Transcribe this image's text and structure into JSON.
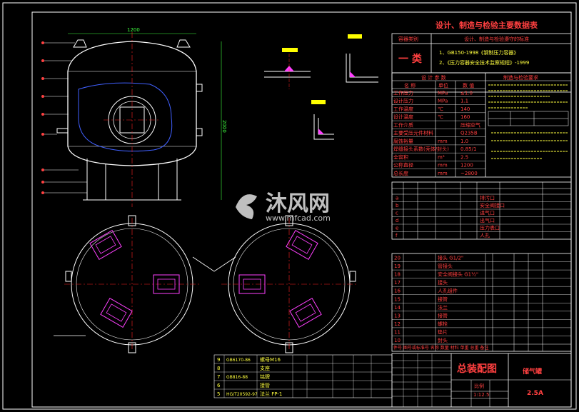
{
  "header": {
    "title": "设计、制造与检验主要数据表",
    "col_category": "容器类别",
    "col_standards": "设计、制造与检验遵守的标准"
  },
  "category": {
    "value": "一 类",
    "standard_1": "1、GB150-1998《钢制压力容器》",
    "standard_2": "2、《压力容器安全技术监察规程》-1999"
  },
  "design_params": {
    "title": "设 计 参 数",
    "col_name": "名   称",
    "col_unit": "单位",
    "col_value": "数  值",
    "rows": [
      {
        "name": "工作压力",
        "unit": "MPa",
        "value": "≤1.0"
      },
      {
        "name": "设计压力",
        "unit": "MPa",
        "value": "1.1"
      },
      {
        "name": "工作温度",
        "unit": "℃",
        "value": "140"
      },
      {
        "name": "设计温度",
        "unit": "℃",
        "value": "160"
      },
      {
        "name": "工作介质",
        "unit": "",
        "value": "压缩空气"
      },
      {
        "name": "主要受压元件材料",
        "unit": "",
        "value": "Q235B"
      },
      {
        "name": "腐蚀裕量",
        "unit": "mm",
        "value": "1.0"
      },
      {
        "name": "焊缝接头系数(壳体/封头)",
        "unit": "",
        "value": "0.85/1"
      },
      {
        "name": "全容积",
        "unit": "m³",
        "value": "2.5"
      },
      {
        "name": "公称直径",
        "unit": "mm",
        "value": "1200"
      },
      {
        "name": "总长度",
        "unit": "mm",
        "value": "~2800"
      }
    ]
  },
  "inspection": {
    "title": "制造与检验要求"
  },
  "nozzle_table": {
    "rows": [
      {
        "id": "a",
        "desc": "排污口"
      },
      {
        "id": "b",
        "desc": "安全阀接口"
      },
      {
        "id": "c",
        "desc": "进气口"
      },
      {
        "id": "d",
        "desc": "出气口"
      },
      {
        "id": "e",
        "desc": "压力表口"
      },
      {
        "id": "f",
        "desc": "人孔"
      }
    ]
  },
  "bom": {
    "rows": [
      {
        "no": "20",
        "name": "接头 G1/2\""
      },
      {
        "no": "19",
        "name": "管接头"
      },
      {
        "no": "18",
        "name": "安全阀接头 G1½\""
      },
      {
        "no": "17",
        "name": "接头"
      },
      {
        "no": "16",
        "name": "人孔组件"
      },
      {
        "no": "15",
        "name": "接管"
      },
      {
        "no": "14",
        "name": "法兰"
      },
      {
        "no": "13",
        "name": "接管"
      },
      {
        "no": "12",
        "name": "螺栓"
      },
      {
        "no": "11",
        "name": "垫片"
      },
      {
        "no": "10",
        "name": "封头"
      }
    ],
    "header": "件号   图号或标准号   名称   数量   材料   单重 总重   备注"
  },
  "lower_bom": {
    "rows": [
      {
        "no": "9",
        "code": "GB6170-86",
        "name": "螺母M16"
      },
      {
        "no": "8",
        "code": "",
        "name": "支座"
      },
      {
        "no": "7",
        "code": "GB816-88",
        "name": "铭牌"
      },
      {
        "no": "6",
        "code": "",
        "name": "接管"
      },
      {
        "no": "5",
        "code": "HG/T20592-97",
        "name": "法兰 FP-1"
      }
    ]
  },
  "title_block": {
    "drawing_name": "总装配图",
    "product": "储气罐",
    "model": "2.5A",
    "scale_label": "比例",
    "scale": "1:12.5"
  },
  "dims": {
    "diameter": "1200",
    "height": "2000"
  },
  "watermark": {
    "brand": "沐风网",
    "url": "www.mfcad.com"
  },
  "colors": {
    "border": "#ffffff",
    "table_line": "#ffffff",
    "text_red": "#ff4040",
    "text_yellow": "#ffff40",
    "dim_green": "#40ff40",
    "centerline_red": "#ff2020",
    "blue_detail": "#4060ff",
    "magenta": "#ff40ff",
    "yellow_weld": "#ffff00"
  }
}
